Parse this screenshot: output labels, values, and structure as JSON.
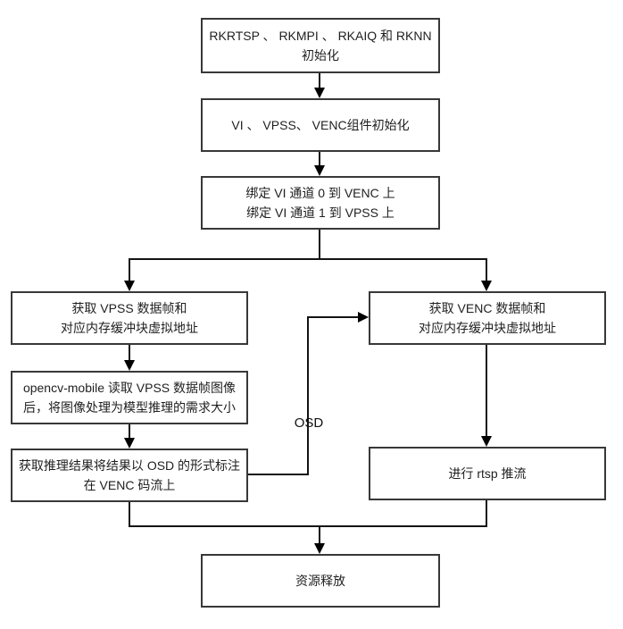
{
  "diagram": {
    "title": "RKNN media pipeline flowchart",
    "colors": {
      "background": "#ffffff",
      "box_border": "#383838",
      "connector": "#141414",
      "arrowhead": "#000000",
      "text": "#1f1f1f"
    },
    "nodes": {
      "init_rk": {
        "lines": [
          "RKRTSP 、 RKMPI 、 RKAIQ 和 RKNN",
          "初始化"
        ]
      },
      "init_components": {
        "lines": [
          "VI 、 VPSS、 VENC组件初始化"
        ]
      },
      "bind_channels": {
        "lines": [
          "绑定 VI 通道 0 到 VENC 上",
          "绑定 VI 通道 1 到 VPSS 上"
        ]
      },
      "get_vpss": {
        "lines": [
          "获取 VPSS 数据帧和",
          "对应内存缓冲块虚拟地址"
        ]
      },
      "get_venc": {
        "lines": [
          "获取 VENC 数据帧和",
          "对应内存缓冲块虚拟地址"
        ]
      },
      "opencv_read": {
        "lines": [
          "opencv-mobile 读取 VPSS 数据帧图像",
          "后，将图像处理为模型推理的需求大小"
        ]
      },
      "osd_annotate": {
        "lines": [
          "获取推理结果将结果以 OSD 的形式标注",
          "在 VENC 码流上"
        ]
      },
      "rtsp_push": {
        "lines": [
          "进行 rtsp 推流"
        ]
      },
      "release": {
        "lines": [
          "资源释放"
        ]
      }
    },
    "labels": {
      "osd_edge": "OSD"
    }
  }
}
